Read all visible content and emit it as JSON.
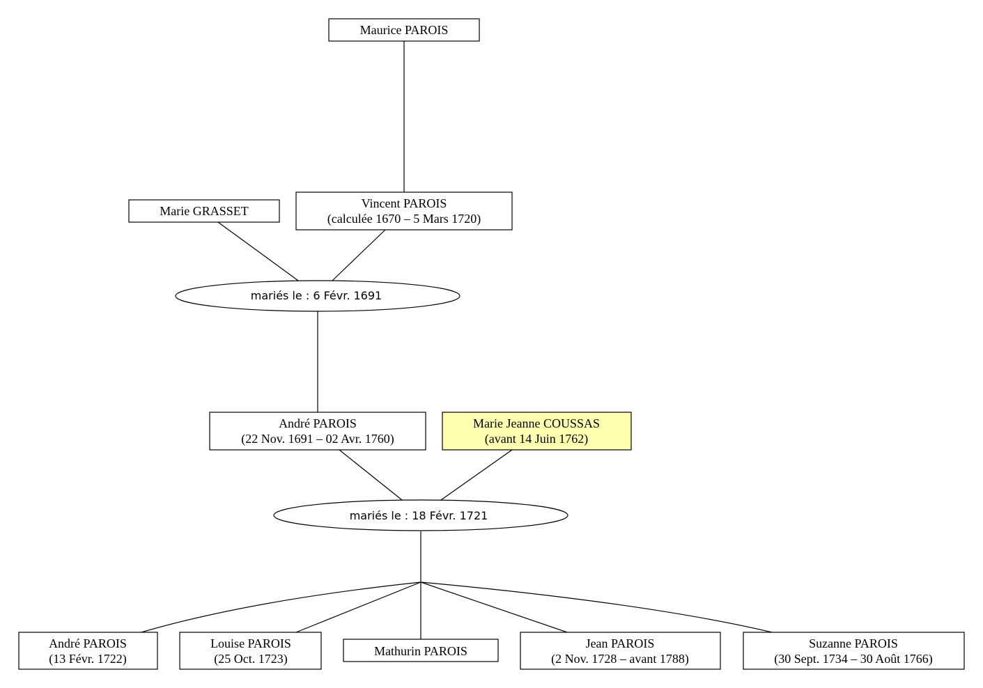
{
  "persons": {
    "maurice": {
      "line1": "Maurice PAROIS",
      "line2": ""
    },
    "marie_grasset": {
      "line1": "Marie GRASSET",
      "line2": ""
    },
    "vincent": {
      "line1": "Vincent PAROIS",
      "line2": "(calculée 1670 – 5 Mars 1720)"
    },
    "andre_father": {
      "line1": "André PAROIS",
      "line2": "(22 Nov. 1691 – 02 Avr. 1760)"
    },
    "marie_jeanne": {
      "line1": "Marie Jeanne COUSSAS",
      "line2": "(avant 14 Juin 1762)"
    },
    "andre_child": {
      "line1": "André PAROIS",
      "line2": "(13 Févr. 1722)"
    },
    "louise": {
      "line1": "Louise PAROIS",
      "line2": "(25 Oct. 1723)"
    },
    "mathurin": {
      "line1": "Mathurin PAROIS",
      "line2": ""
    },
    "jean": {
      "line1": "Jean PAROIS",
      "line2": "(2 Nov. 1728 – avant 1788)"
    },
    "suzanne": {
      "line1": "Suzanne PAROIS",
      "line2": "(30 Sept. 1734 – 30 Août 1766)"
    }
  },
  "unions": {
    "u1691": {
      "label": "mariés le : 6 Févr. 1691"
    },
    "u1721": {
      "label": "mariés le : 18 Févr. 1721"
    }
  },
  "colors": {
    "highlight": "#ffffb0",
    "stroke": "#000000",
    "background": "#ffffff"
  }
}
